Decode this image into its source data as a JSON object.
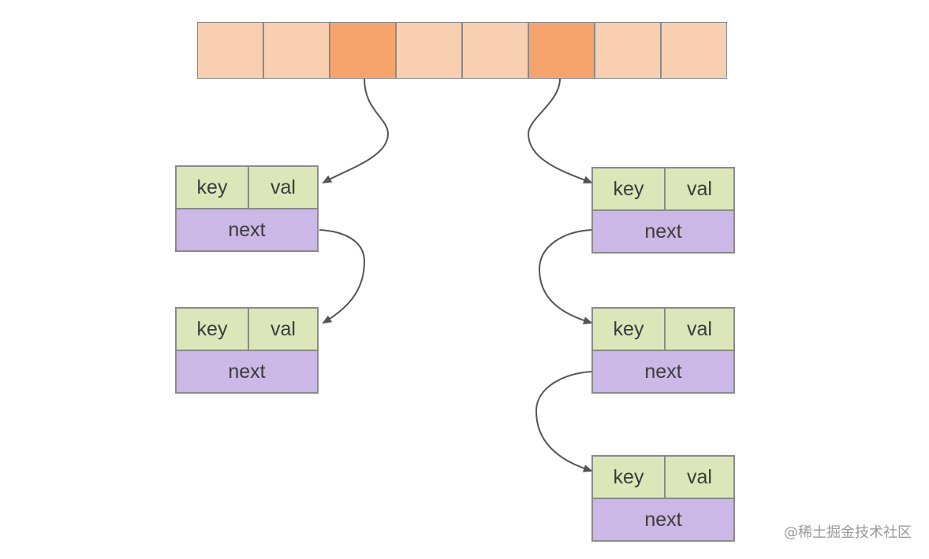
{
  "bucket_array": {
    "slots": [
      {
        "color": "#f9cfb2"
      },
      {
        "color": "#f9cfb2"
      },
      {
        "color": "#f7a46c"
      },
      {
        "color": "#f9cfb2"
      },
      {
        "color": "#f9cfb2"
      },
      {
        "color": "#f7a46c"
      },
      {
        "color": "#f9cfb2"
      },
      {
        "color": "#f9cfb2"
      }
    ]
  },
  "nodes": [
    {
      "key": "key",
      "val": "val",
      "next": "next"
    },
    {
      "key": "key",
      "val": "val",
      "next": "next"
    },
    {
      "key": "key",
      "val": "val",
      "next": "next"
    },
    {
      "key": "key",
      "val": "val",
      "next": "next"
    },
    {
      "key": "key",
      "val": "val",
      "next": "next"
    }
  ],
  "watermark": "@稀土掘金技术社区"
}
